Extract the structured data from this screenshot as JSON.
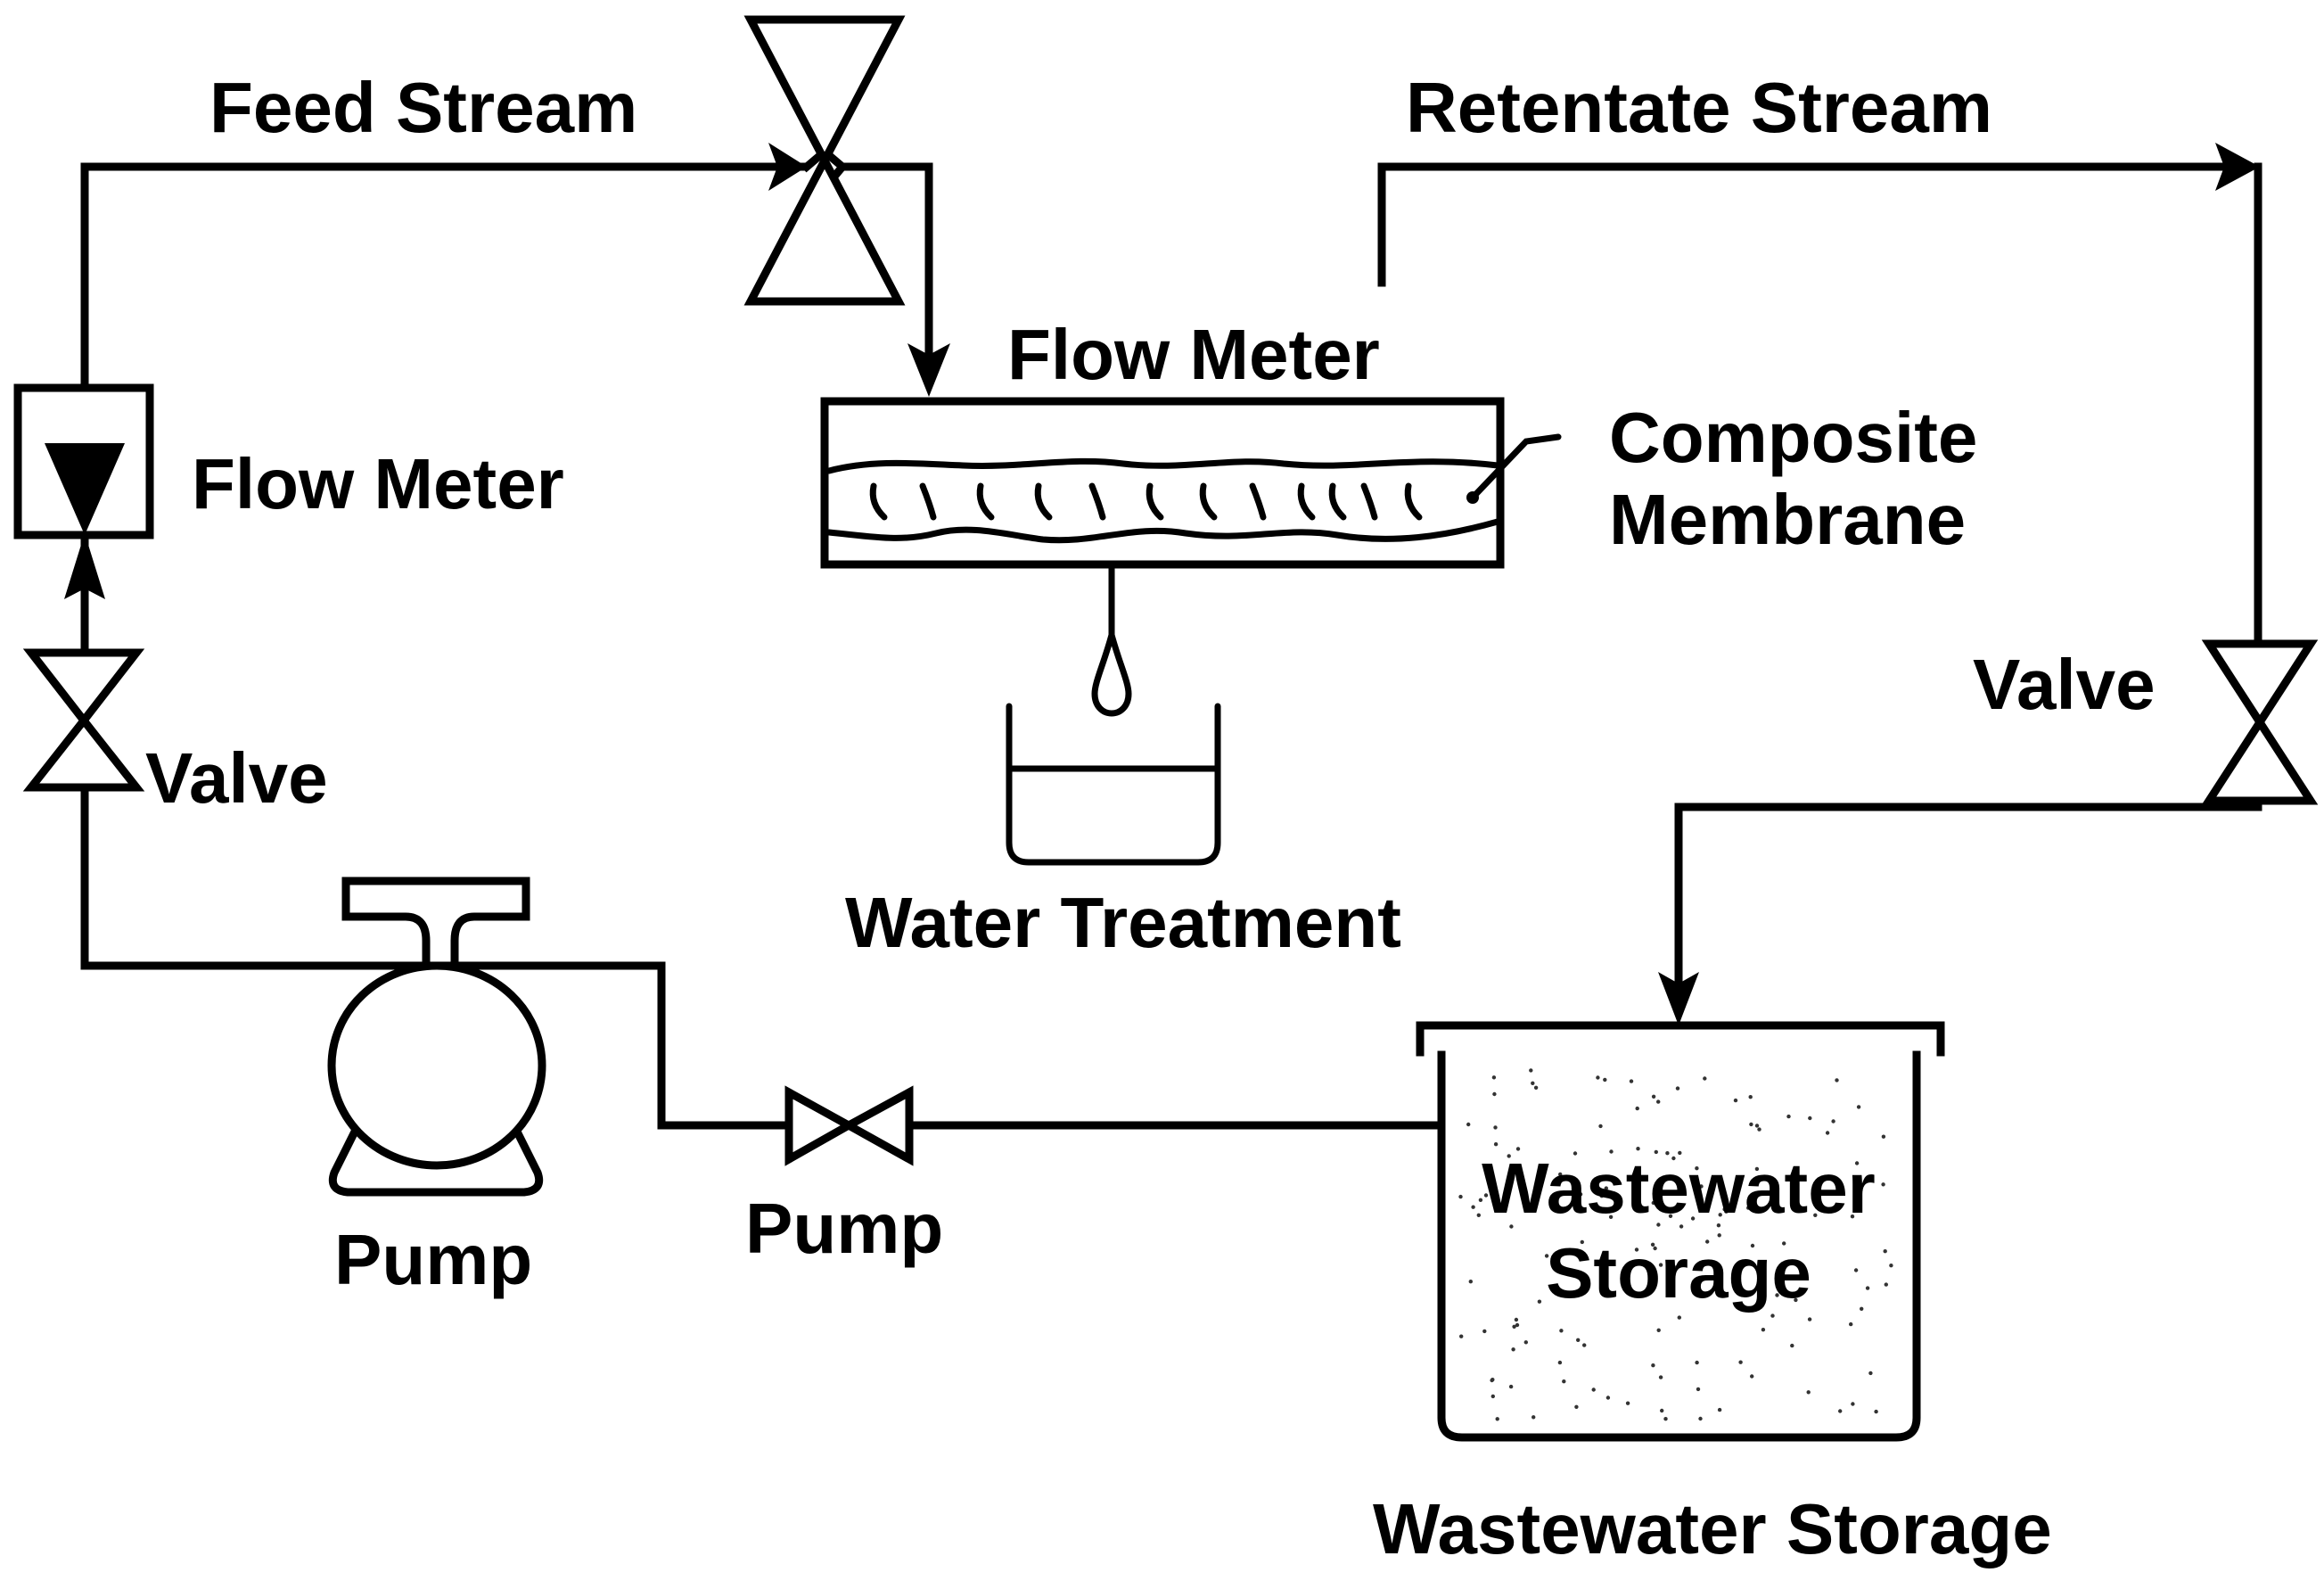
{
  "diagram": {
    "title": "Membrane filtration wastewater treatment flow diagram",
    "labels": {
      "feed_stream": "Feed Stream",
      "retentate_stream": "Retentate Stream",
      "flow_meter_left": "Flow Meter",
      "flow_meter_top": "Flow Meter",
      "composite_membrane_line1": "Composite",
      "composite_membrane_line2": "Membrane",
      "valve_left": "Valve",
      "valve_right": "Valve",
      "water_treatment": "Water Treatment",
      "pump_main": "Pump",
      "pump_valve": "Pump",
      "tank_inner_line1": "Wastewater",
      "tank_inner_line2": "Storage",
      "tank_caption": "Wastewater Storage"
    },
    "components": [
      {
        "id": "feed-valve",
        "type": "valve",
        "label": "Feed Stream"
      },
      {
        "id": "membrane-module",
        "type": "membrane-cell",
        "label": "Flow Meter / Composite Membrane"
      },
      {
        "id": "permeate-beaker",
        "type": "beaker",
        "label": "Water Treatment"
      },
      {
        "id": "retentate-valve",
        "type": "valve",
        "label": "Valve"
      },
      {
        "id": "wastewater-tank",
        "type": "tank",
        "label": "Wastewater Storage"
      },
      {
        "id": "inline-valve",
        "type": "valve",
        "label": "Pump"
      },
      {
        "id": "main-pump",
        "type": "pump",
        "label": "Pump"
      },
      {
        "id": "left-valve",
        "type": "valve",
        "label": "Valve"
      },
      {
        "id": "rotameter",
        "type": "flow-meter",
        "label": "Flow Meter"
      }
    ],
    "colors": {
      "line": "#000000",
      "background": "#ffffff"
    }
  }
}
